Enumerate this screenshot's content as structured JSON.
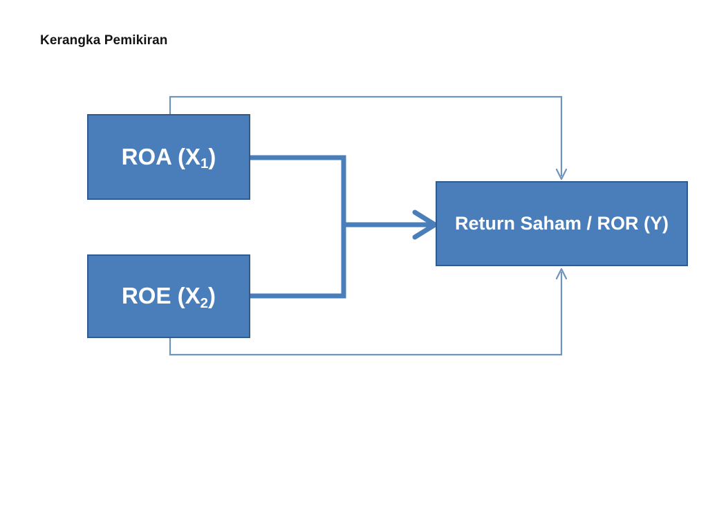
{
  "slide": {
    "title": "Kerangka Pemikiran",
    "background_color": "#ffffff",
    "title_color": "#141414"
  },
  "diagram": {
    "type": "research-framework-flow",
    "node_fill_color": "#4a7ebb",
    "node_border_color": "#31598e",
    "node_text_color": "#ffffff",
    "connector_color": "#4a7ebb",
    "thin_connector_color": "#6e93bd",
    "nodes": [
      {
        "id": "roa",
        "text_main": "ROA (X",
        "text_sub": "1",
        "text_tail": ")",
        "full_text": "ROA (X1)"
      },
      {
        "id": "roe",
        "text_main": "ROE (X",
        "text_sub": "2",
        "text_tail": ")",
        "full_text": "ROE (X2)"
      },
      {
        "id": "return",
        "full_text": "Return Saham / ROR (Y)"
      }
    ],
    "connectors": [
      {
        "id": "roa-roe-combined-to-return",
        "from": [
          "roa",
          "roe"
        ],
        "to": "return",
        "style": "thick-bracket-arrow",
        "arrowhead": "left-of-return-box"
      },
      {
        "id": "roa-top-loop-to-return",
        "from": "roa",
        "to": "return",
        "style": "thin-elbow-arrow",
        "arrowhead": "top-of-return-box"
      },
      {
        "id": "roe-bottom-loop-to-return",
        "from": "roe",
        "to": "return",
        "style": "thin-elbow-arrow",
        "arrowhead": "bottom-of-return-box"
      }
    ]
  }
}
